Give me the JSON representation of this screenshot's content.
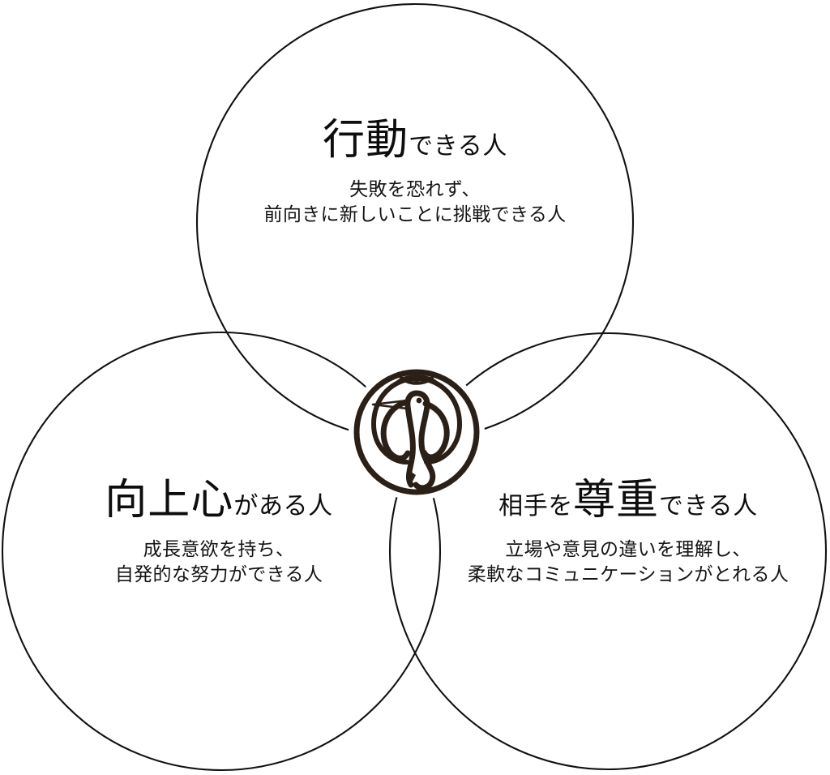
{
  "diagram": {
    "type": "venn-three-circle",
    "background_color": "#ffffff",
    "outline_color": "#111111",
    "emblem_color": "#2b2018",
    "emblem_icon": "crane-bird-circle-logo"
  },
  "lobes": [
    {
      "id": "top",
      "position": "top",
      "heading_main": "行動",
      "heading_suffix": "できる人",
      "body_line1": "失敗を恐れず、",
      "body_line2": "前向きに新しいことに挑戦できる人"
    },
    {
      "id": "bottom-left",
      "position": "bottom-left",
      "heading_main": "向上心",
      "heading_suffix": "がある人",
      "body_line1": "成長意欲を持ち、",
      "body_line2": "自発的な努力ができる人"
    },
    {
      "id": "bottom-right",
      "position": "bottom-right",
      "heading_prefix": "相手を",
      "heading_main": "尊重",
      "heading_suffix": "できる人",
      "body_line1": "立場や意見の違いを理解し、",
      "body_line2": "柔軟なコミュニケーションがとれる人"
    }
  ]
}
